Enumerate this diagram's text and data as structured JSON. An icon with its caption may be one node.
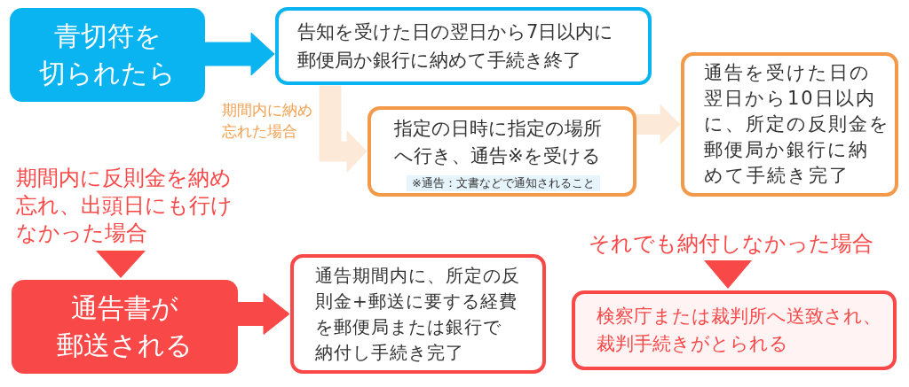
{
  "diagram": {
    "nodes": [
      {
        "text": [
          "青切符を切られたら"
        ]
      },
      {
        "text": [
          "告知を受けた日の翌日から**7日以内**に郵便局か銀行に納めて手続き終了"
        ]
      },
      {
        "text": [
          "指定の日時に指定の場所へ行き、通告※を受ける",
          "※通告：文書などで通知されること"
        ]
      },
      {
        "text": [
          "通告を受けた日の翌日から**10日以内**に、所定の反則金を郵便局か銀行に納めて手続き完了"
        ]
      },
      {
        "text": [
          "期間内に反則金を納め忘れ、出頭日にも行けなかった場合"
        ]
      },
      {
        "text": [
          "通告書が郵送される"
        ]
      },
      {
        "text": [
          "通告期間内に、所定の反則金+郵送に要する経費を郵便局または銀行で納付し手続き完了"
        ]
      },
      {
        "text": [
          "それでも納付しなかった場合"
        ]
      },
      {
        "text": [
          "検察庁または裁判所へ送致され、裁判手続きがとられる"
        ]
      }
    ],
    "edges": [
      {
        "from": 0,
        "to": 1,
        "arrow": "to",
        "style": "thick",
        "color": "#0ab4f0"
      },
      {
        "from": 1,
        "to": 2,
        "arrow": "to",
        "style": "thick",
        "color": "#fde9d7",
        "label": "期間内に納め忘れた場合"
      },
      {
        "from": 2,
        "to": 3,
        "arrow": "to",
        "style": "thick",
        "color": "#fde9d7"
      },
      {
        "from": 4,
        "to": 5,
        "arrow": "to",
        "color": "#f94848"
      },
      {
        "from": 5,
        "to": 6,
        "arrow": "to",
        "style": "thick",
        "color": "#f94848"
      },
      {
        "from": 7,
        "to": 8,
        "arrow": "to",
        "color": "#f94848"
      }
    ]
  }
}
